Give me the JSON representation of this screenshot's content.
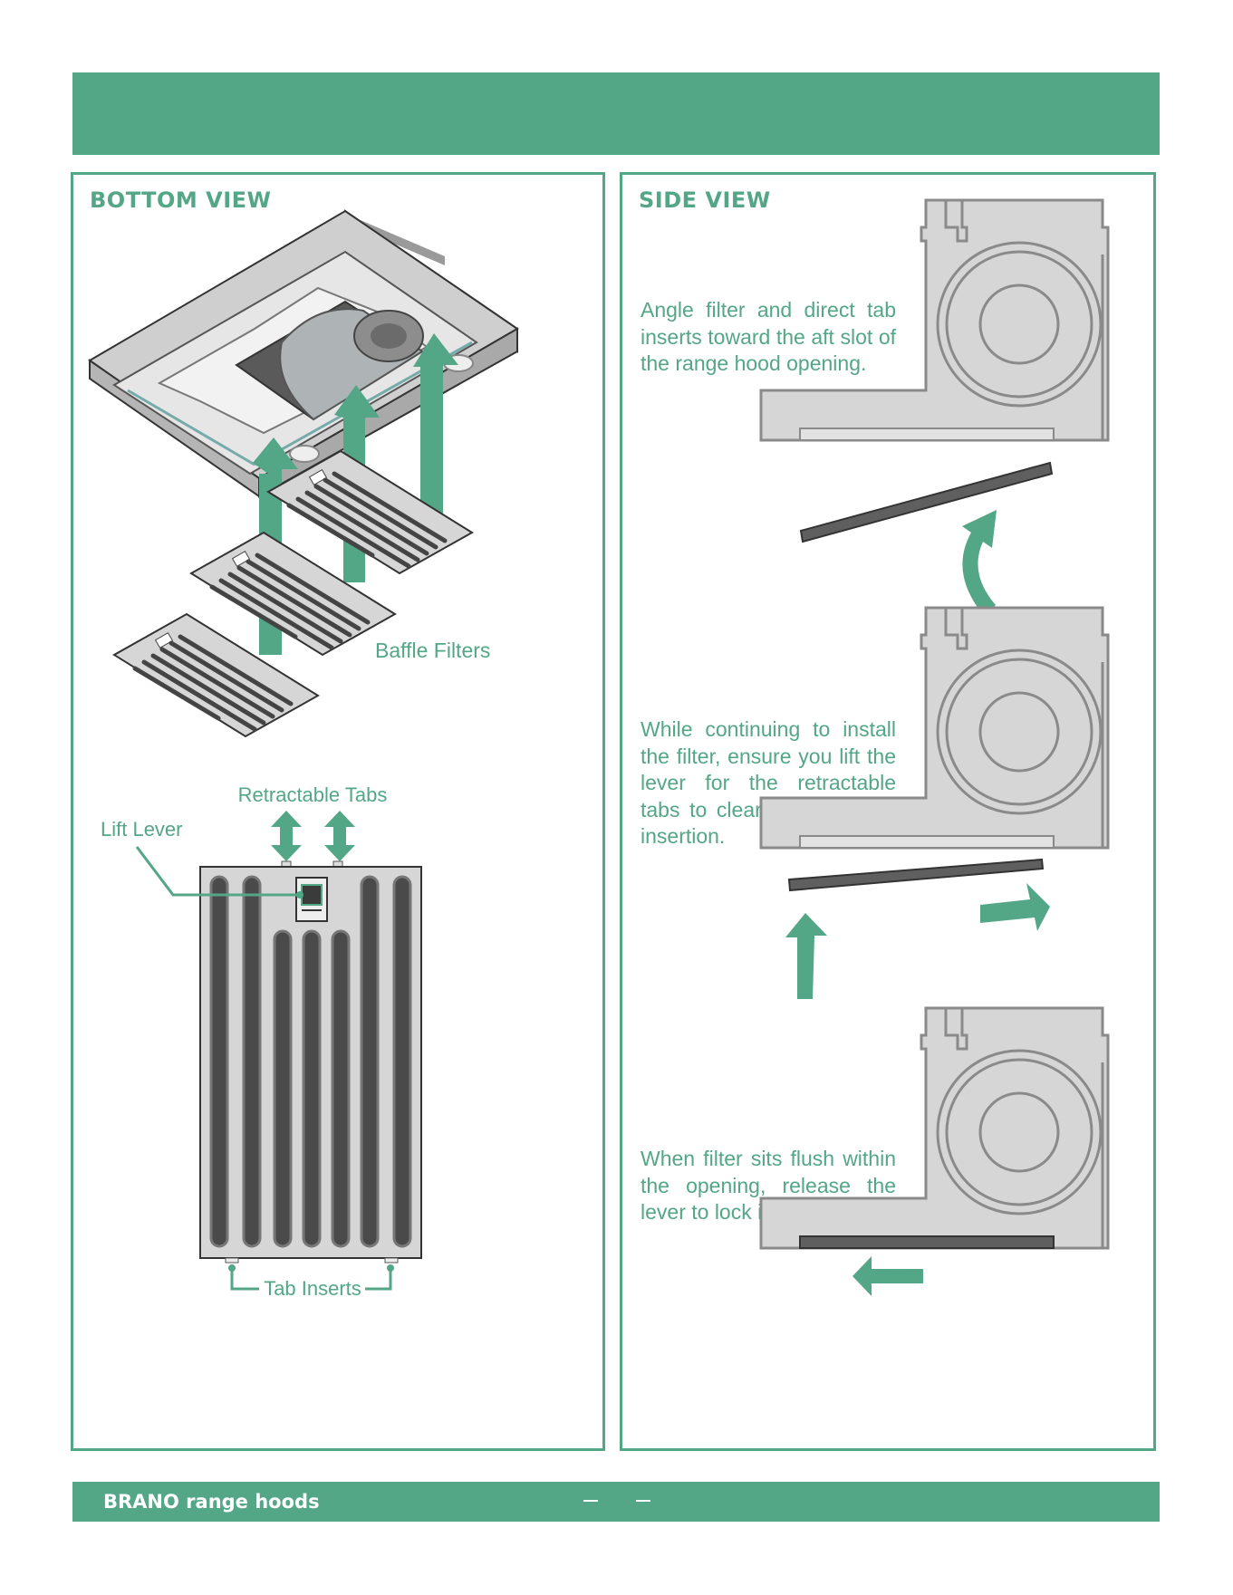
{
  "header": {
    "title": ""
  },
  "bottom_view": {
    "title": "BOTTOM VIEW",
    "labels": {
      "baffle_filters": "Baffle Filters",
      "retractable_tabs": "Retractable Tabs",
      "lift_lever": "Lift Lever",
      "tab_inserts": "Tab Inserts"
    }
  },
  "side_view": {
    "title": "SIDE VIEW",
    "steps": [
      {
        "text": "Angle filter and direct tab inserts toward the aft slot of the range hood opening."
      },
      {
        "text": "While continuing to install the filter, ensure you lift the lever for the retractable tabs to clear way for flush insertion."
      },
      {
        "text": "When filter sits flush within the opening, release the lever to lock in place."
      }
    ]
  },
  "footer": {
    "brand": "BRANO range hoods"
  },
  "colors": {
    "accent": "#53a686",
    "hood_gray": "#d6d6d6",
    "outline_gray": "#8a8a8a",
    "dark_gray": "#555555"
  }
}
